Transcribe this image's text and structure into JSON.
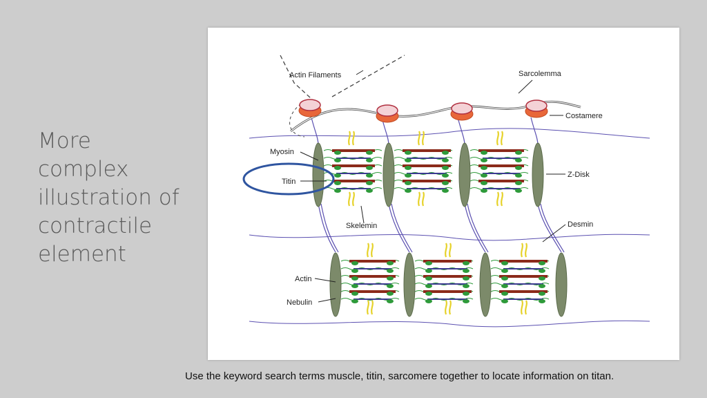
{
  "slide": {
    "title_lines": [
      "More",
      "complex",
      "illustration of",
      "contractile",
      "element"
    ],
    "caption": "Use the keyword search terms muscle, titin, sarcomere together to locate information on titan."
  },
  "diagram": {
    "labels": {
      "actin_filaments": "Actin Filaments",
      "sarcolemma": "Sarcolemma",
      "costamere": "Costamere",
      "myosin": "Myosin",
      "titin": "Titin",
      "z_disk": "Z-Disk",
      "skelemin": "Skelemin",
      "desmin": "Desmin",
      "actin": "Actin",
      "nebulin": "Nebulin"
    },
    "colors": {
      "highlight_ellipse": "#2f55a0",
      "membrane": "#8a8a8a",
      "costamere": "#e8673a",
      "z_disk": "#7c8a6a",
      "myosin": "#8b2a1a",
      "actin": "#2e9a3a",
      "titin": "#5a4fb0",
      "skelemin": "#e6d22a"
    }
  }
}
